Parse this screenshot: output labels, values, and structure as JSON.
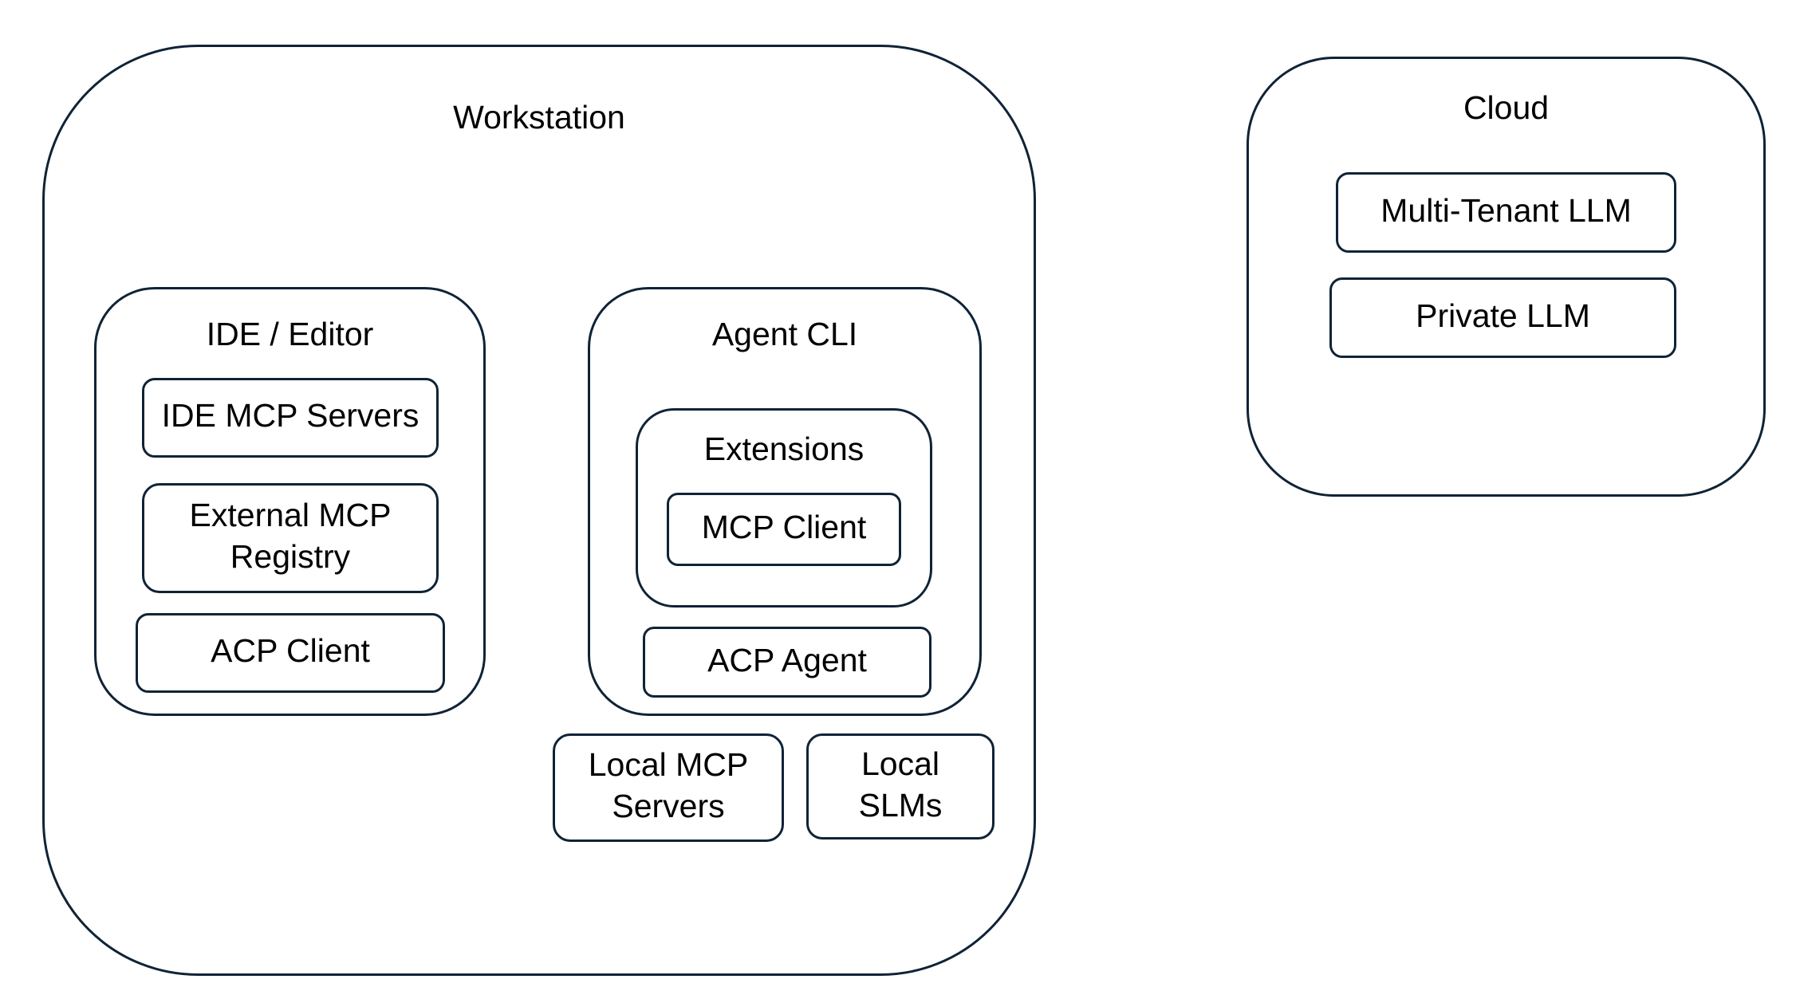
{
  "workstation": {
    "title": "Workstation",
    "ide": {
      "title": "IDE / Editor",
      "items": [
        "IDE MCP Servers",
        "External MCP\nRegistry",
        "ACP Client"
      ]
    },
    "agent_cli": {
      "title": "Agent CLI",
      "extensions": {
        "title": "Extensions",
        "mcp_client": "MCP Client"
      },
      "acp_agent": "ACP Agent"
    },
    "local_mcp_servers": "Local MCP\nServers",
    "local_slms": "Local\nSLMs"
  },
  "cloud": {
    "title": "Cloud",
    "items": [
      "Multi-Tenant LLM",
      "Private LLM"
    ]
  },
  "colors": {
    "border": "#0f2336",
    "background": "#ffffff",
    "text": "#000000"
  }
}
